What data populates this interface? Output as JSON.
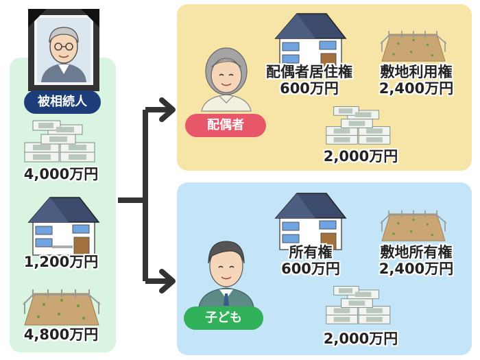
{
  "decedent": {
    "label": "被相続人",
    "assets": [
      {
        "type": "money",
        "value": "4,000万円"
      },
      {
        "type": "house",
        "value": "1,200万円"
      },
      {
        "type": "land",
        "value": "4,800万円"
      }
    ]
  },
  "spouse": {
    "label": "配偶者",
    "assets": [
      {
        "right": "配偶者居住権",
        "value": "600万円"
      },
      {
        "right": "敷地利用権",
        "value": "2,400万円"
      },
      {
        "right": "",
        "value": "2,000万円"
      }
    ]
  },
  "child": {
    "label": "子ども",
    "assets": [
      {
        "right": "所有権",
        "value": "600万円"
      },
      {
        "right": "敷地所有権",
        "value": "2,400万円"
      },
      {
        "right": "",
        "value": "2,000万円"
      }
    ]
  },
  "colors": {
    "decedent_panel": "#d9f5e1",
    "spouse_panel": "#f7e5a7",
    "child_panel": "#c4e5f7",
    "decedent_badge": "#1c3d7a",
    "spouse_badge": "#e8566a",
    "child_badge": "#30b15a",
    "arrow": "#333333"
  }
}
